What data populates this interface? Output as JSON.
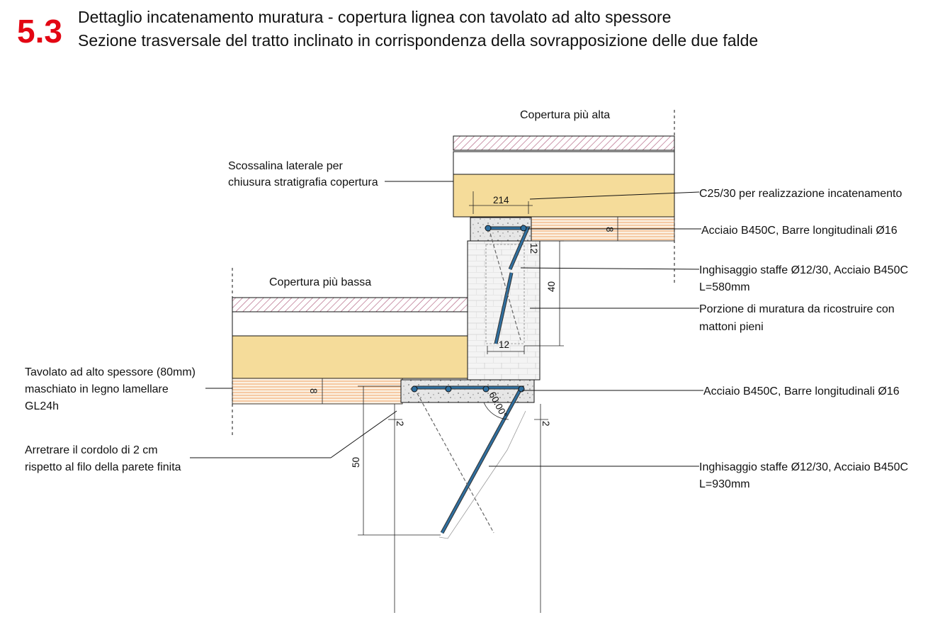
{
  "header": {
    "number": "5.3",
    "title_line1": "Dettaglio incatenamento muratura -  copertura lignea con tavolato ad alto spessore",
    "title_line2": "Sezione trasversale del tratto inclinato in corrispondenza della sovrapposizione delle due falde"
  },
  "labels": {
    "upper_roof": "Copertura più alta",
    "lower_roof": "Copertura più bassa",
    "flashing_l1": "Scossalina laterale per",
    "flashing_l2": "chiusura stratigrafia copertura",
    "concrete": "C25/30 per realizzazione incatenamento",
    "bars_top": "Acciaio B450C, Barre longitudinali Ø16",
    "stirrup_top_l1": "Inghisaggio staffe Ø12/30, Acciaio B450C",
    "stirrup_top_l2": "L=580mm",
    "masonry_l1": "Porzione di muratura da ricostruire con",
    "masonry_l2": "mattoni pieni",
    "bars_bottom": "Acciaio B450C, Barre longitudinali Ø16",
    "stirrup_bot_l1": "Inghisaggio staffe Ø12/30, Acciaio B450C",
    "stirrup_bot_l2": "L=930mm",
    "planking_l1": "Tavolato ad alto spessore (80mm)",
    "planking_l2": "maschiato in legno lamellare",
    "planking_l3": "GL24h",
    "setback_l1": "Arretrare il cordolo di 2 cm",
    "setback_l2": "rispetto al filo della parete finita"
  },
  "dimensions": {
    "d214": "214",
    "d8_top": "8",
    "d12_top": "12",
    "d40": "40",
    "d12_bot": "12",
    "d8_bot": "8",
    "d2_left": "2",
    "d2_right": "2",
    "d50": "50",
    "angle": "60.00°"
  },
  "colors": {
    "number": "#e30613",
    "timber": "#f5dc9a",
    "planks": "#f0a466",
    "insulation_hatch": "#b0607f",
    "rebar": "#2f6f9f",
    "concrete": "#e4e4e4",
    "masonry": "#f2f2f2"
  }
}
